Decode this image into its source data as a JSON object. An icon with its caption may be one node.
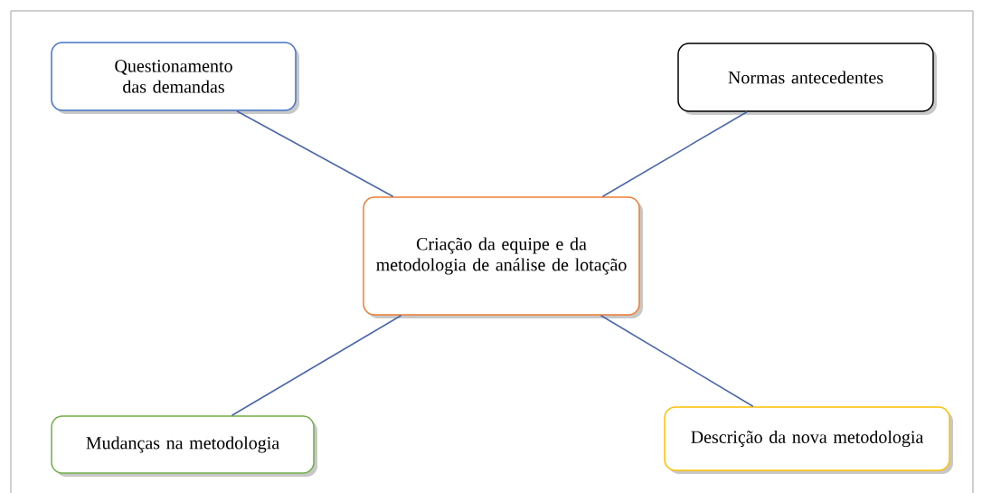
{
  "diagram": {
    "nodes": [
      {
        "text": [
          "Questionamento das demandas"
        ]
      },
      {
        "text": [
          "Normas antecedentes"
        ]
      },
      {
        "text": [
          "Criação da equipe e da metodologia de análise de lotação"
        ]
      },
      {
        "text": [
          "Mudanças na metodologia"
        ]
      },
      {
        "text": [
          "Descrição da nova metodologia"
        ]
      }
    ],
    "edges": [
      {
        "from": 2,
        "to": 0,
        "arrow": "none"
      },
      {
        "from": 2,
        "to": 1,
        "arrow": "none"
      },
      {
        "from": 2,
        "to": 3,
        "arrow": "none"
      },
      {
        "from": 2,
        "to": 4,
        "arrow": "none"
      }
    ]
  }
}
